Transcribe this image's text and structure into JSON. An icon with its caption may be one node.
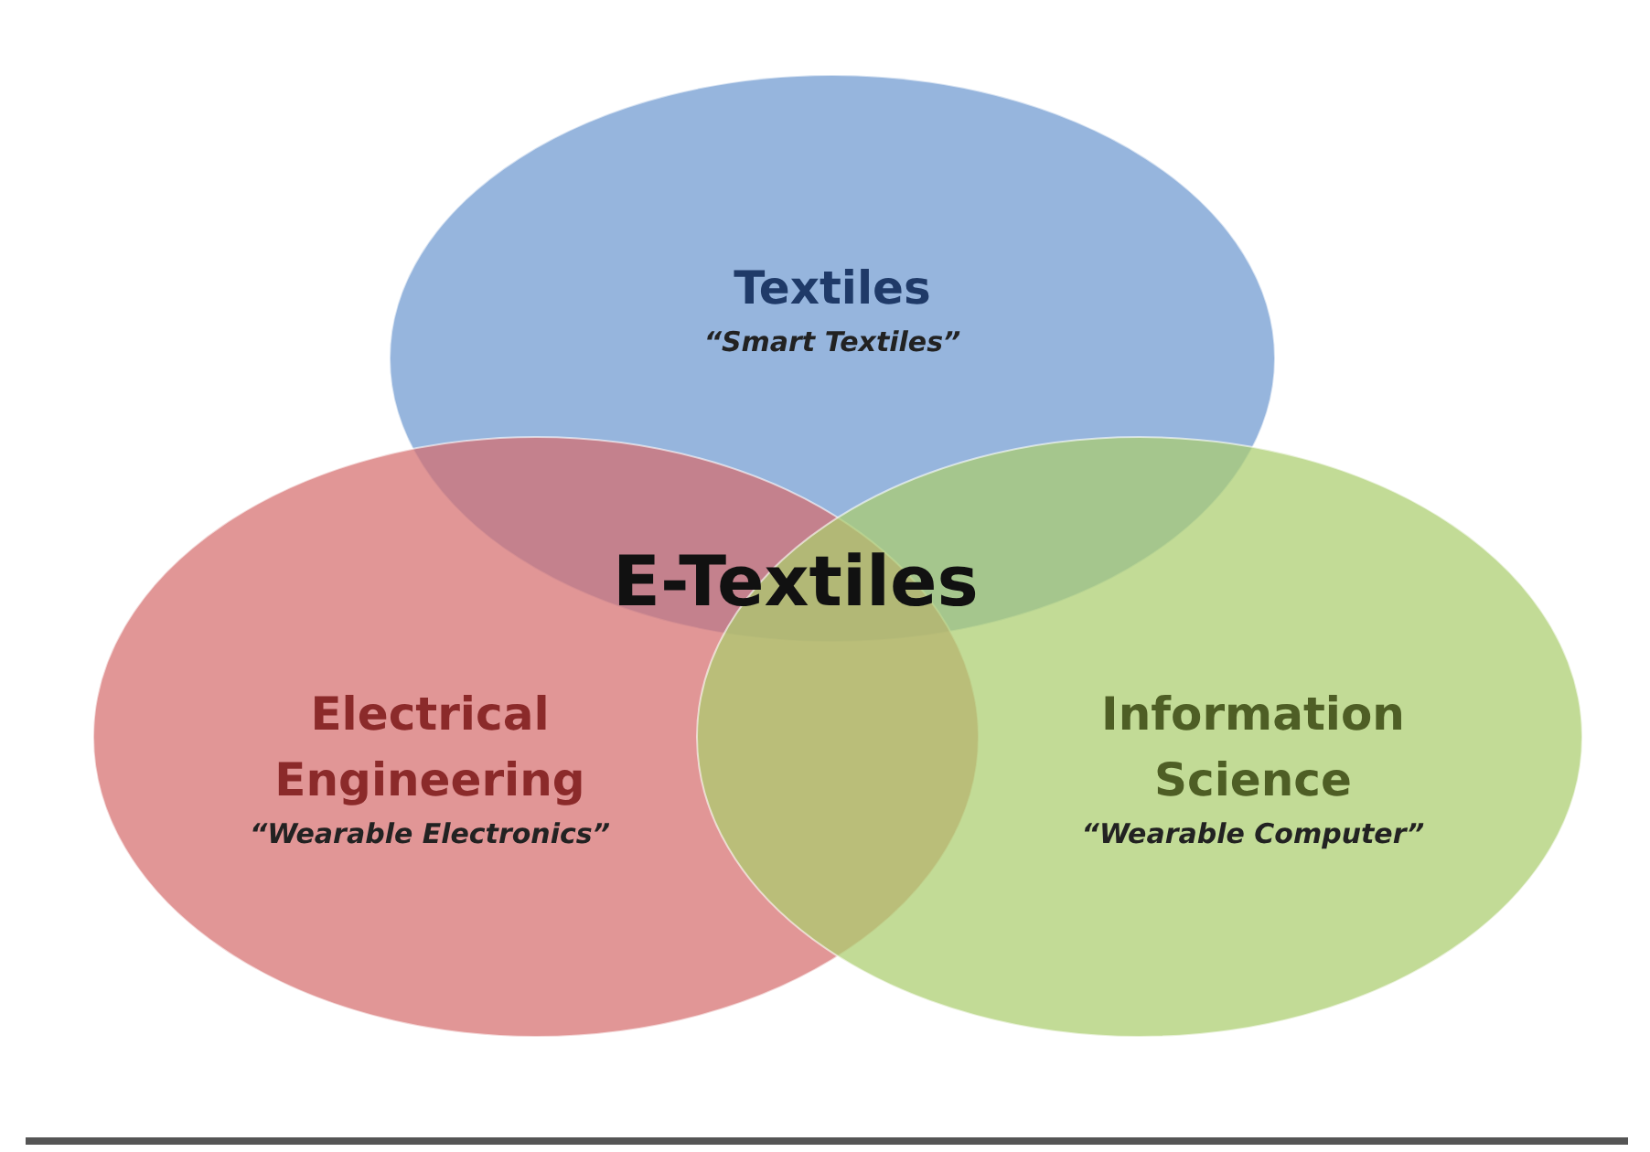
{
  "diagram": {
    "nodes": [
      {
        "text": [
          "Textiles",
          "“Smart Textiles”"
        ]
      },
      {
        "text": [
          "Electrical Engineering",
          "“Wearable Electronics”"
        ]
      },
      {
        "text": [
          "Information Science",
          "“Wearable Computer”"
        ]
      }
    ],
    "labels": [
      "E-Textiles"
    ]
  }
}
